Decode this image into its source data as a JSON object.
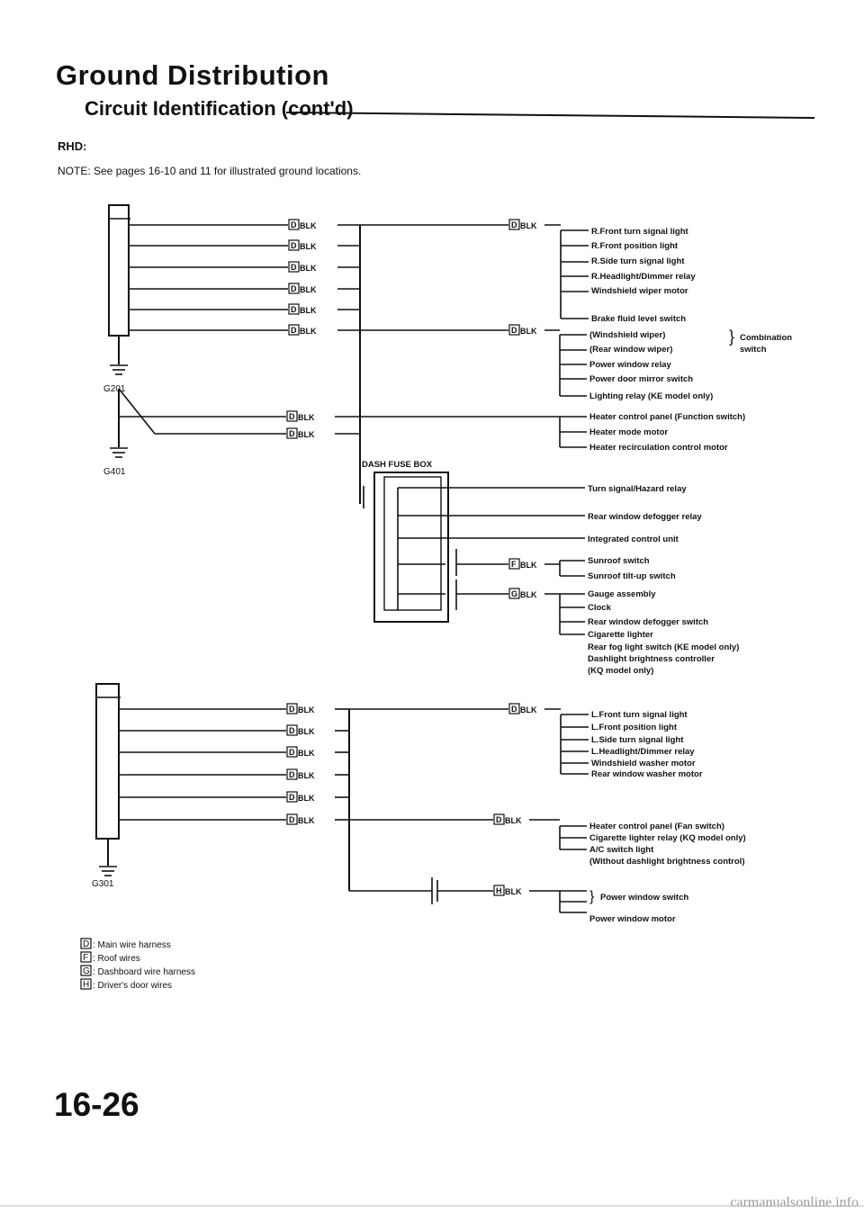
{
  "header": {
    "title": "Ground Distribution",
    "subtitle": "Circuit Identification (cont'd)",
    "region": "RHD:",
    "note": "NOTE: See pages 16-10 and 11 for illustrated ground locations."
  },
  "page_number": "16-26",
  "footer": "carmanualsonline.info",
  "grounds": {
    "g201": "G201",
    "g401": "G401",
    "g301": "G301"
  },
  "dash_fuse_box": "DASH FUSE BOX",
  "wire_color": "BLK",
  "connectors": {
    "D": "D",
    "F": "F",
    "G": "G",
    "H": "H"
  },
  "groups": {
    "front_right": [
      "R.Front turn signal light",
      "R.Front position light",
      "R.Side turn signal light",
      "R.Headlight/Dimmer relay",
      "Windshield wiper motor",
      "Brake fluid level switch"
    ],
    "combination": {
      "line1": "(Windshield wiper)",
      "line2": "(Rear window wiper)",
      "bracket_label": "Combination",
      "bracket_label2": "switch",
      "rest": [
        "Power window relay",
        "Power door mirror switch",
        "Lighting relay (KE model only)"
      ]
    },
    "heater": [
      "Heater control panel (Function switch)",
      "Heater mode motor",
      "Heater recirculation control motor"
    ],
    "fuse_box": [
      "Turn signal/Hazard relay",
      "Rear window defogger relay",
      "Integrated control unit"
    ],
    "sunroof": [
      "Sunroof switch",
      "Sunroof tilt-up switch"
    ],
    "gauge": [
      "Gauge assembly",
      "Clock",
      "Rear window defogger switch",
      "Cigarette lighter",
      "Rear fog light switch (KE model only)",
      "Dashlight brightness controller",
      "(KQ model only)"
    ],
    "front_left": [
      "L.Front turn signal light",
      "L.Front position light",
      "L.Side turn signal light",
      "L.Headlight/Dimmer relay",
      "Windshield washer motor",
      "Rear window washer motor"
    ],
    "heater_fan": [
      "Heater control panel (Fan switch)",
      "Cigarette lighter relay (KQ model only)",
      "A/C switch light",
      "(Without dashlight brightness control)"
    ],
    "power_window": {
      "bracket_label": "Power window switch",
      "last": "Power window motor"
    }
  },
  "legend": [
    {
      "code": "D",
      "text": ": Main wire harness"
    },
    {
      "code": "F",
      "text": ": Roof wires"
    },
    {
      "code": "G",
      "text": ": Dashboard wire harness"
    },
    {
      "code": "H",
      "text": ": Driver's door wires"
    }
  ]
}
